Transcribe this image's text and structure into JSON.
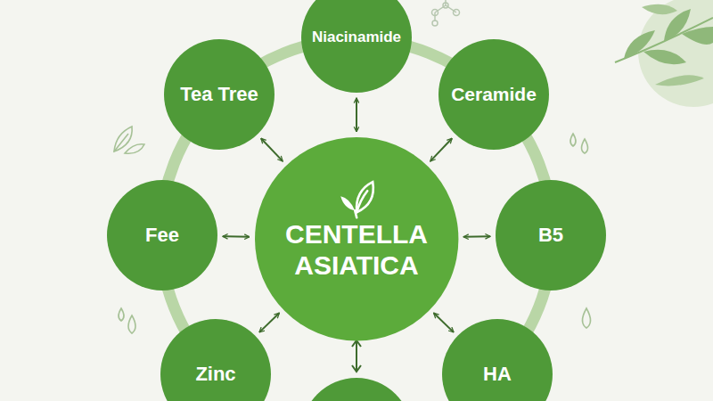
{
  "diagram": {
    "nodes": [
      {
        "text": [
          "Niacinamide"
        ]
      },
      {
        "text": [
          "Tea Tree"
        ]
      },
      {
        "text": [
          "Ceramide"
        ]
      },
      {
        "text": [
          "Fee"
        ]
      },
      {
        "text": [
          "CENTELLA ASIATICA"
        ]
      },
      {
        "text": [
          "B5"
        ]
      },
      {
        "text": [
          "Zinc"
        ]
      },
      {
        "text": [
          "HA"
        ]
      }
    ],
    "edges": [
      {
        "from": 4,
        "to": 0,
        "arrow": "both"
      },
      {
        "from": 4,
        "to": 1,
        "arrow": "both"
      },
      {
        "from": 4,
        "to": 2,
        "arrow": "both"
      },
      {
        "from": 4,
        "to": 3,
        "arrow": "both"
      },
      {
        "from": 4,
        "to": 5,
        "arrow": "both"
      },
      {
        "from": 4,
        "to": 6,
        "arrow": "both"
      },
      {
        "from": 4,
        "to": 7,
        "arrow": "both"
      }
    ]
  }
}
